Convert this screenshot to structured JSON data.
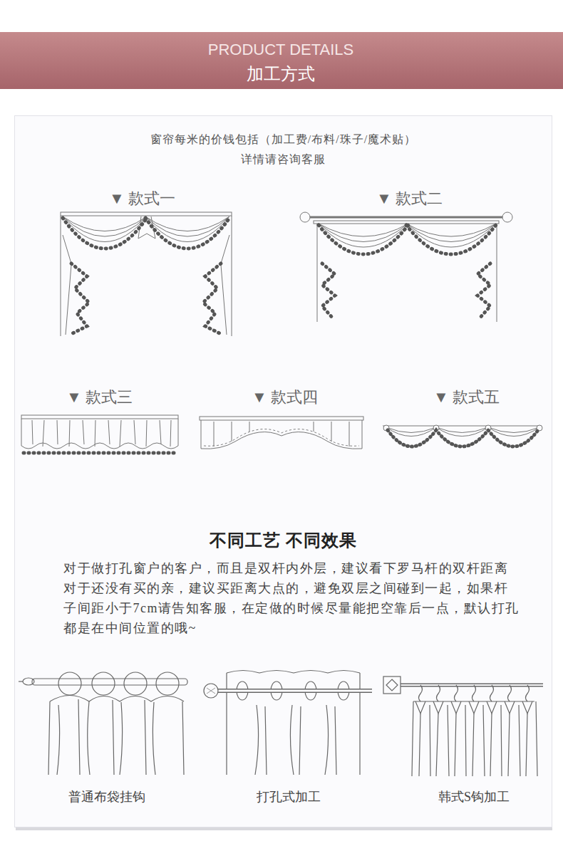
{
  "diagram": {
    "nodes": [
      {
        "text": [
          "PRODUCT DETAILS",
          "加工方式"
        ]
      },
      {
        "text": [
          "窗帘每米的价钱包括（加工费/布料/珠子/魔术贴）",
          "详情请咨询客服",
          "不同工艺 不同效果",
          "对于做打孔窗户的客户，而且是双杆内外层，建议看下罗马杆的双杆距离",
          "对于还没有买的亲，建议买距离大点的，避免双层之间碰到一起，如果杆子间距小于7cm请告知客服，在定做的时候尽量能把空靠后一点，默认打孔都是在中间位置的哦~"
        ]
      }
    ],
    "labels": [
      "▼ 款式一",
      "▼ 款式二",
      "▼ 款式三",
      "▼ 款式四",
      "▼ 款式五",
      "普通布袋挂钩",
      "打孔式加工",
      "韩式S钩加工"
    ]
  }
}
